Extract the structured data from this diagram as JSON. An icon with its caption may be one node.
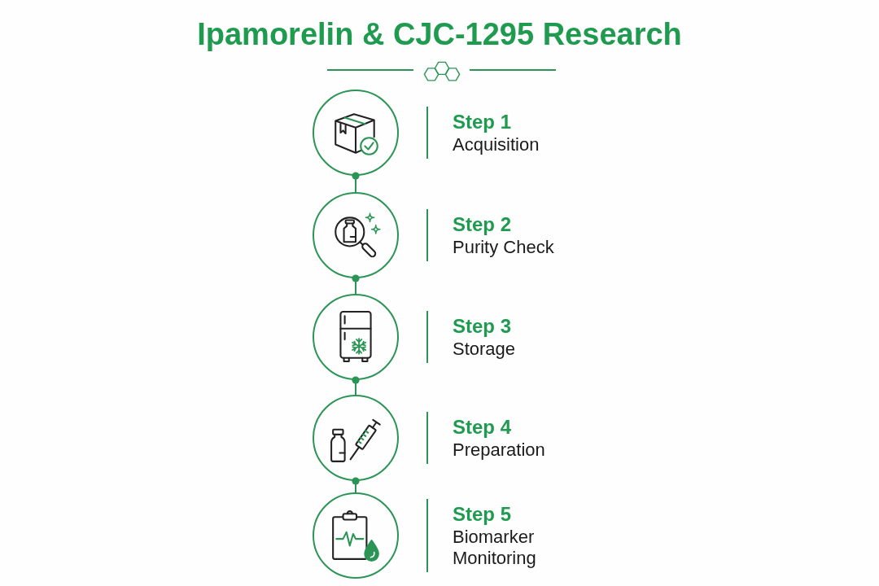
{
  "diagram": {
    "title": "Ipamorelin & CJC-1295 Research",
    "nodes": [
      {
        "text": [],
        "shape": "circle",
        "beside": [
          "Step 1",
          "Acquisition"
        ]
      },
      {
        "text": [],
        "shape": "circle",
        "beside": [
          "Step 2",
          "Purity Check"
        ]
      },
      {
        "text": [],
        "shape": "circle",
        "beside": [
          "Step 3",
          "Storage"
        ]
      },
      {
        "text": [],
        "shape": "circle",
        "beside": [
          "Step 4",
          "Preparation"
        ]
      },
      {
        "text": [],
        "shape": "circle",
        "beside": [
          "Step 5",
          "Biomarker Monitoring"
        ]
      }
    ],
    "edges": [
      {
        "from": 0,
        "to": 1,
        "arrow": "other"
      },
      {
        "from": 1,
        "to": 2,
        "arrow": "other"
      },
      {
        "from": 2,
        "to": 3,
        "arrow": "other"
      },
      {
        "from": 3,
        "to": 4,
        "arrow": "other"
      }
    ]
  }
}
